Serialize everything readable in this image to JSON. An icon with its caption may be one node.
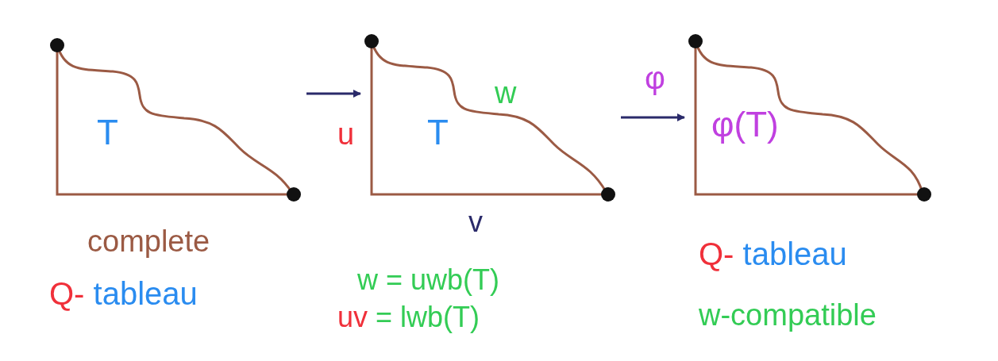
{
  "diagram": {
    "nodes": [
      {
        "text": [
          "T"
        ],
        "beside": [
          "complete",
          "Q- tableau"
        ]
      },
      {
        "text": [
          "T",
          "w"
        ],
        "beside": [
          "u",
          "v",
          "w = uwb(T)",
          "uv = lwb(T)"
        ]
      },
      {
        "text": [
          "φ(T)"
        ],
        "beside": [
          "Q- tableau",
          "w-compatible"
        ]
      }
    ],
    "edges": [
      {
        "from": 0,
        "to": 1,
        "arrow": "to"
      },
      {
        "from": 1,
        "to": 2,
        "arrow": "to",
        "label": "φ"
      }
    ]
  }
}
